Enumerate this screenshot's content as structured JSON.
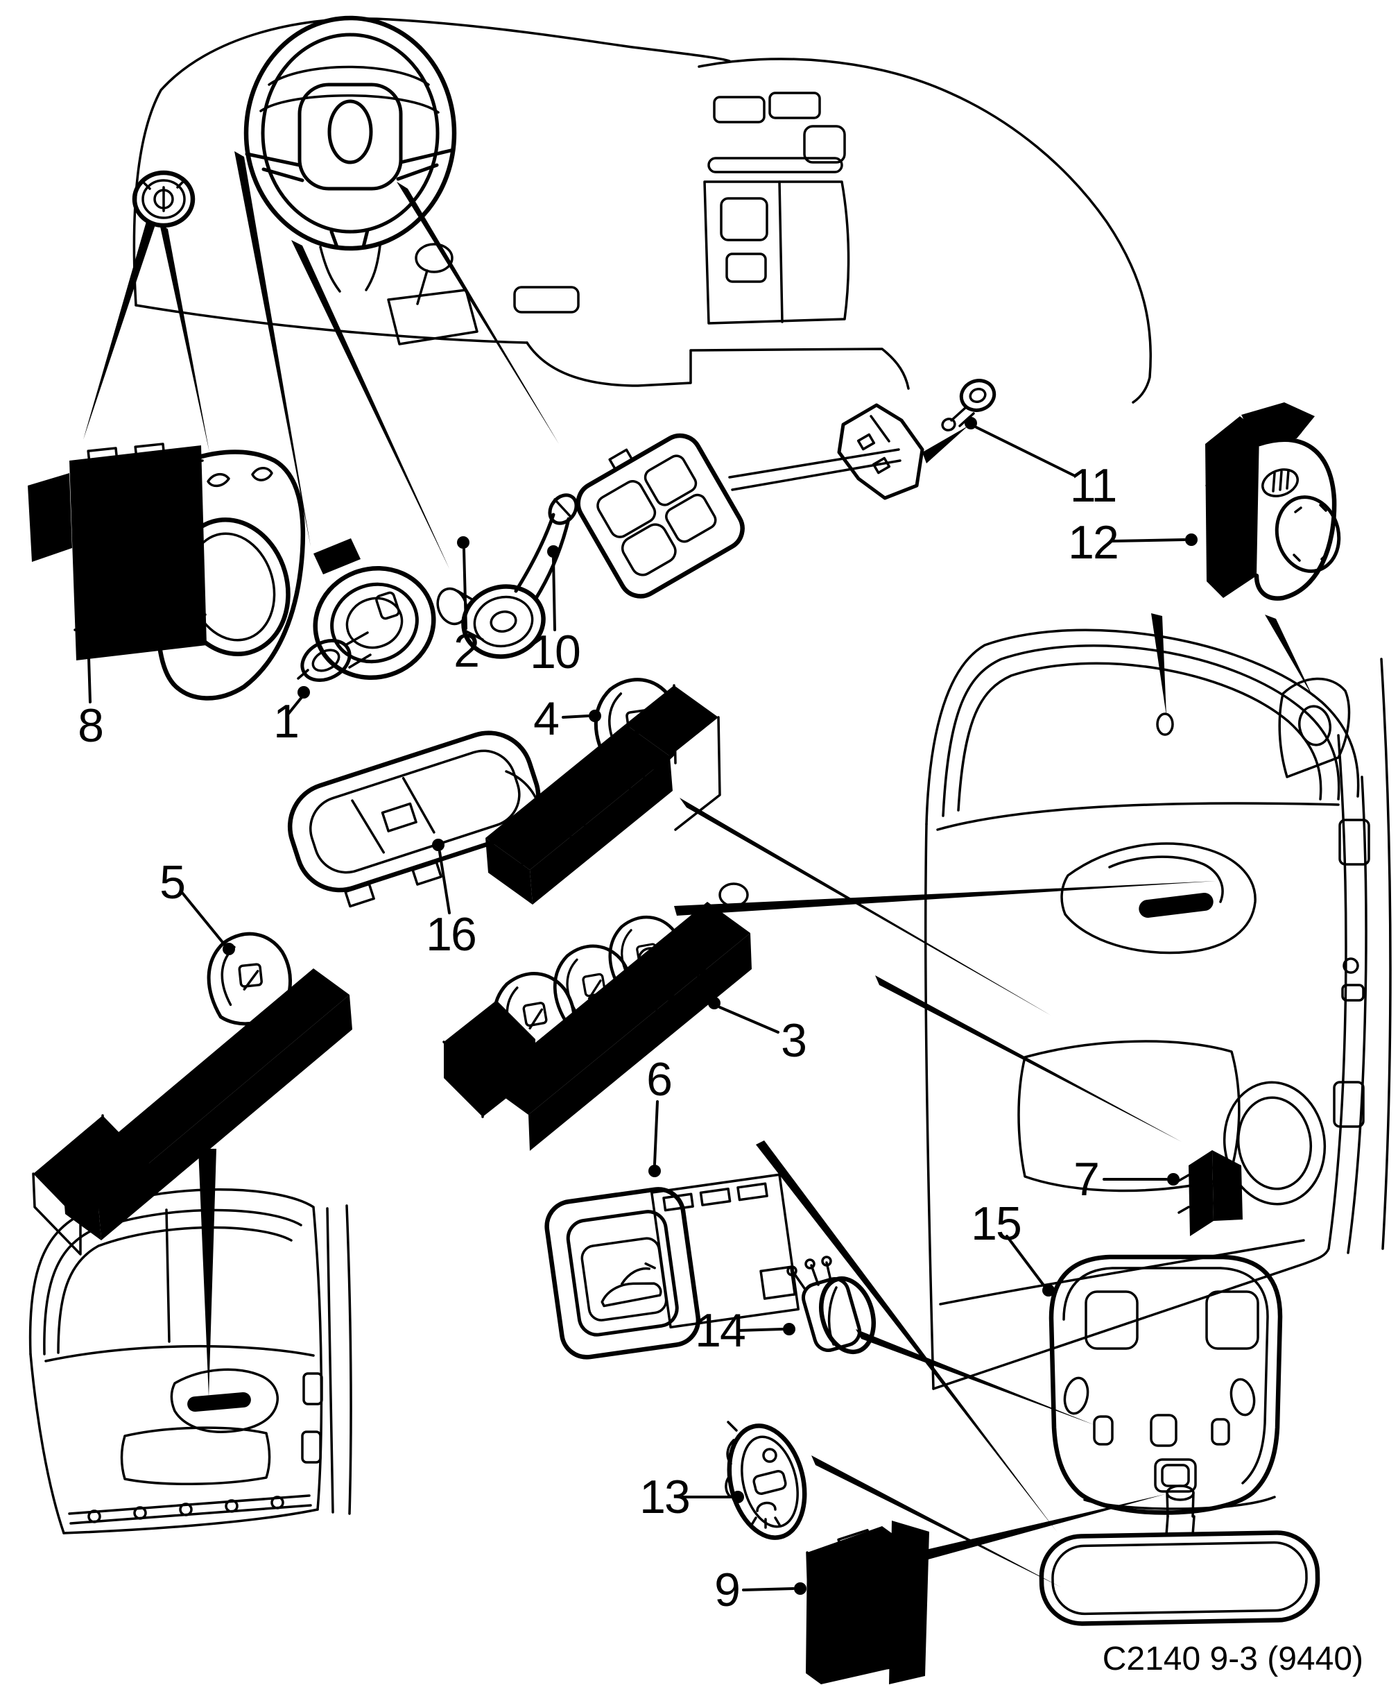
{
  "figure": {
    "caption": "C2140 9-3 (9440)"
  },
  "colors": {
    "line": "#000000",
    "background": "#ffffff"
  },
  "callouts": {
    "c1": "1",
    "c2": "2",
    "c3": "3",
    "c4": "4",
    "c5": "5",
    "c6": "6",
    "c7": "7",
    "c8": "8",
    "c9": "9",
    "c10": "10",
    "c11": "11",
    "c12": "12",
    "c13": "13",
    "c14": "14",
    "c15": "15",
    "c16": "16"
  },
  "icons": {
    "window_switch_caps": "window-icon",
    "trunk_release_switch": "trunk-open-icon",
    "central_locking_switch": "padlock-icon",
    "interior_lamp_switch": "lamp-icon",
    "sunroof_switch": "sunroof-tilt-icon",
    "mirror_adjust_switch": "mirror-adjust-pad-icon",
    "headlight_switch": "headlight-knob-icon"
  }
}
